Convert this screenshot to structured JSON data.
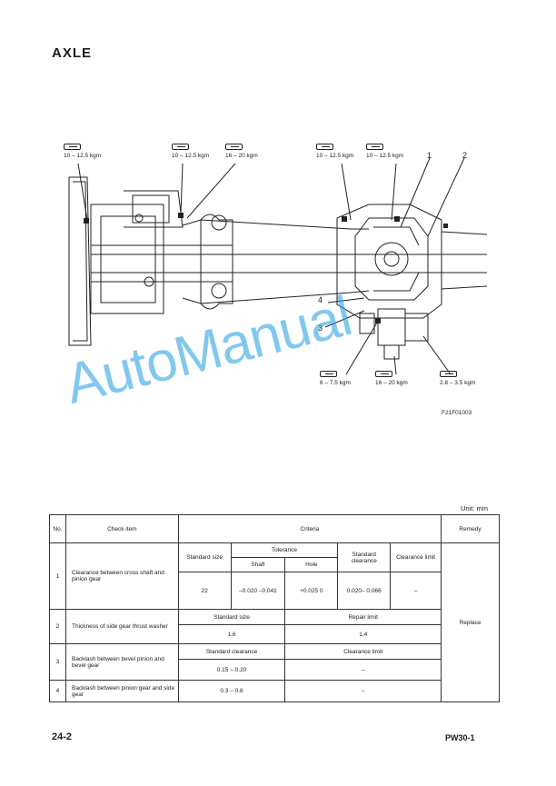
{
  "page_title": "AXLE",
  "diagram": {
    "torque_labels": [
      "10 – 12.5 kgm",
      "10 – 12.5 kgm",
      "16 – 20 kgm",
      "10 – 12.5 kgm",
      "10 – 12.5 kgm",
      "6 – 7.5 kgm",
      "16 – 20 kgm",
      "2.8 – 3.5 kgm"
    ],
    "callouts": [
      "1",
      "2",
      "3",
      "4"
    ],
    "figure_code": "F21F01003"
  },
  "watermark": "AutoManual",
  "table": {
    "unit": "Unit: mm",
    "headers": {
      "no": "No.",
      "check_item": "Check item",
      "criteria": "Criteria",
      "remedy": "Remedy"
    },
    "row1": {
      "no": "1",
      "item": "Clearance between cross shaft and pinion gear",
      "standard_size": "Standard size",
      "tolerance": "Tolerance",
      "shaft": "Shaft",
      "hole": "Hole",
      "standard_clearance": "Standard clearance",
      "clearance_limit": "Clearance limit",
      "val_size": "22",
      "val_shaft": "–0.020 –0.041",
      "val_hole": "+0.025 0",
      "val_clearance": "0.020– 0.066",
      "val_limit": "–"
    },
    "row2": {
      "no": "2",
      "item": "Thickness of side gear thrust washer",
      "h1": "Standard size",
      "h2": "Repair limit",
      "v1": "1.6",
      "v2": "1.4"
    },
    "row3": {
      "no": "3",
      "item": "Backlash between bevel pinion and bevel gear",
      "h1": "Standard clearance",
      "h2": "Clearance limit",
      "v1": "0.15 – 0.20",
      "v2": "–"
    },
    "row4": {
      "no": "4",
      "item": "Backlash between pinion gear and side gear",
      "v1": "0.3 – 0.6",
      "v2": "–"
    },
    "remedy": "Replace"
  },
  "footer": {
    "page_number": "24-2",
    "model": "PW30-1"
  }
}
